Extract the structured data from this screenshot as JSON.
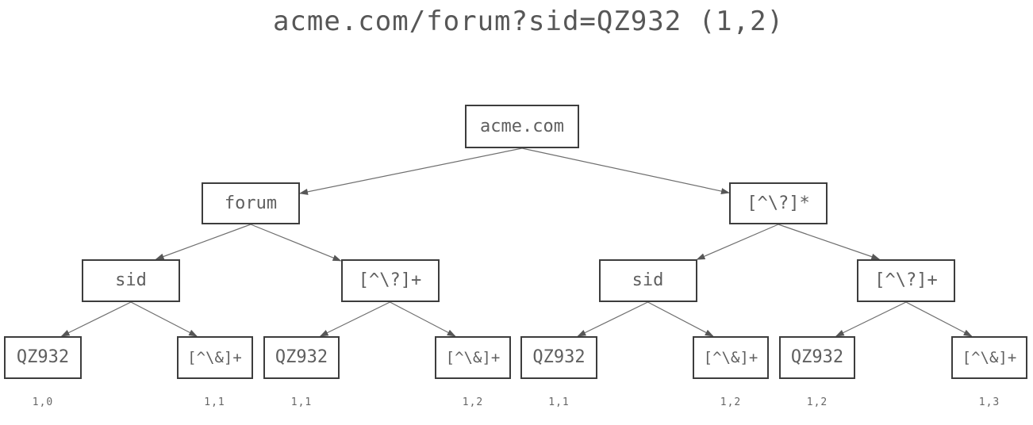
{
  "title": "acme.com/forum?sid=QZ932 (1,2)",
  "colors": {
    "background": "#ffffff",
    "node_border": "#3d3d3d",
    "node_text": "#5f5f5f",
    "edge_line": "#6f6f6f",
    "arrowhead": "#575757",
    "title_text": "#575757",
    "sublabel_text": "#666666"
  },
  "tree": {
    "nodes": [
      {
        "id": "root",
        "label": "acme.com"
      },
      {
        "id": "forum",
        "label": "forum"
      },
      {
        "id": "star",
        "label": "[^\\?]*"
      },
      {
        "id": "sidL",
        "label": "sid"
      },
      {
        "id": "plusL",
        "label": "[^\\?]+"
      },
      {
        "id": "sidR",
        "label": "sid"
      },
      {
        "id": "plusR",
        "label": "[^\\?]+"
      },
      {
        "id": "leaf1",
        "label": "QZ932",
        "sublabel": "1,0"
      },
      {
        "id": "leaf2",
        "label": "[^\\&]+",
        "sublabel": "1,1"
      },
      {
        "id": "leaf3",
        "label": "QZ932",
        "sublabel": "1,1"
      },
      {
        "id": "leaf4",
        "label": "[^\\&]+",
        "sublabel": "1,2"
      },
      {
        "id": "leaf5",
        "label": "QZ932",
        "sublabel": "1,1"
      },
      {
        "id": "leaf6",
        "label": "[^\\&]+",
        "sublabel": "1,2"
      },
      {
        "id": "leaf7",
        "label": "QZ932",
        "sublabel": "1,2"
      },
      {
        "id": "leaf8",
        "label": "[^\\&]+",
        "sublabel": "1,3"
      }
    ],
    "edges": [
      [
        "root",
        "forum"
      ],
      [
        "root",
        "star"
      ],
      [
        "forum",
        "sidL"
      ],
      [
        "forum",
        "plusL"
      ],
      [
        "star",
        "sidR"
      ],
      [
        "star",
        "plusR"
      ],
      [
        "sidL",
        "leaf1"
      ],
      [
        "sidL",
        "leaf2"
      ],
      [
        "plusL",
        "leaf3"
      ],
      [
        "plusL",
        "leaf4"
      ],
      [
        "sidR",
        "leaf5"
      ],
      [
        "sidR",
        "leaf6"
      ],
      [
        "plusR",
        "leaf7"
      ],
      [
        "plusR",
        "leaf8"
      ]
    ]
  }
}
